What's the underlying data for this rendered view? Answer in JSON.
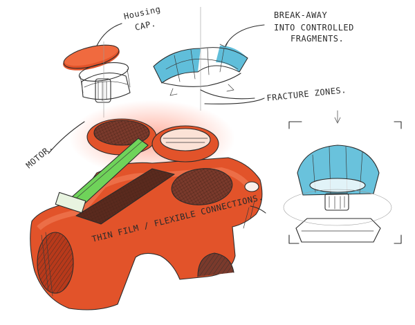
{
  "labels": {
    "housing_cap": [
      "Housing",
      "CAP."
    ],
    "motor": "MOTOR.",
    "break_away": [
      "BREAK-AWAY",
      "INTO CONTROLLED",
      "FRAGMENTS."
    ],
    "fracture_zones": "FRACTURE ZONES.",
    "thin_film": "THIN FILM / FLEXIBLE CONNECTIONS."
  },
  "colors": {
    "housing_orange": "#e2532a",
    "housing_dark": "#b8391a",
    "cutout_brown": "#7a3a2c",
    "film_green": "#6fd35a",
    "fragment_blue": "#4fb7d6",
    "ink": "#2b2b2b"
  }
}
